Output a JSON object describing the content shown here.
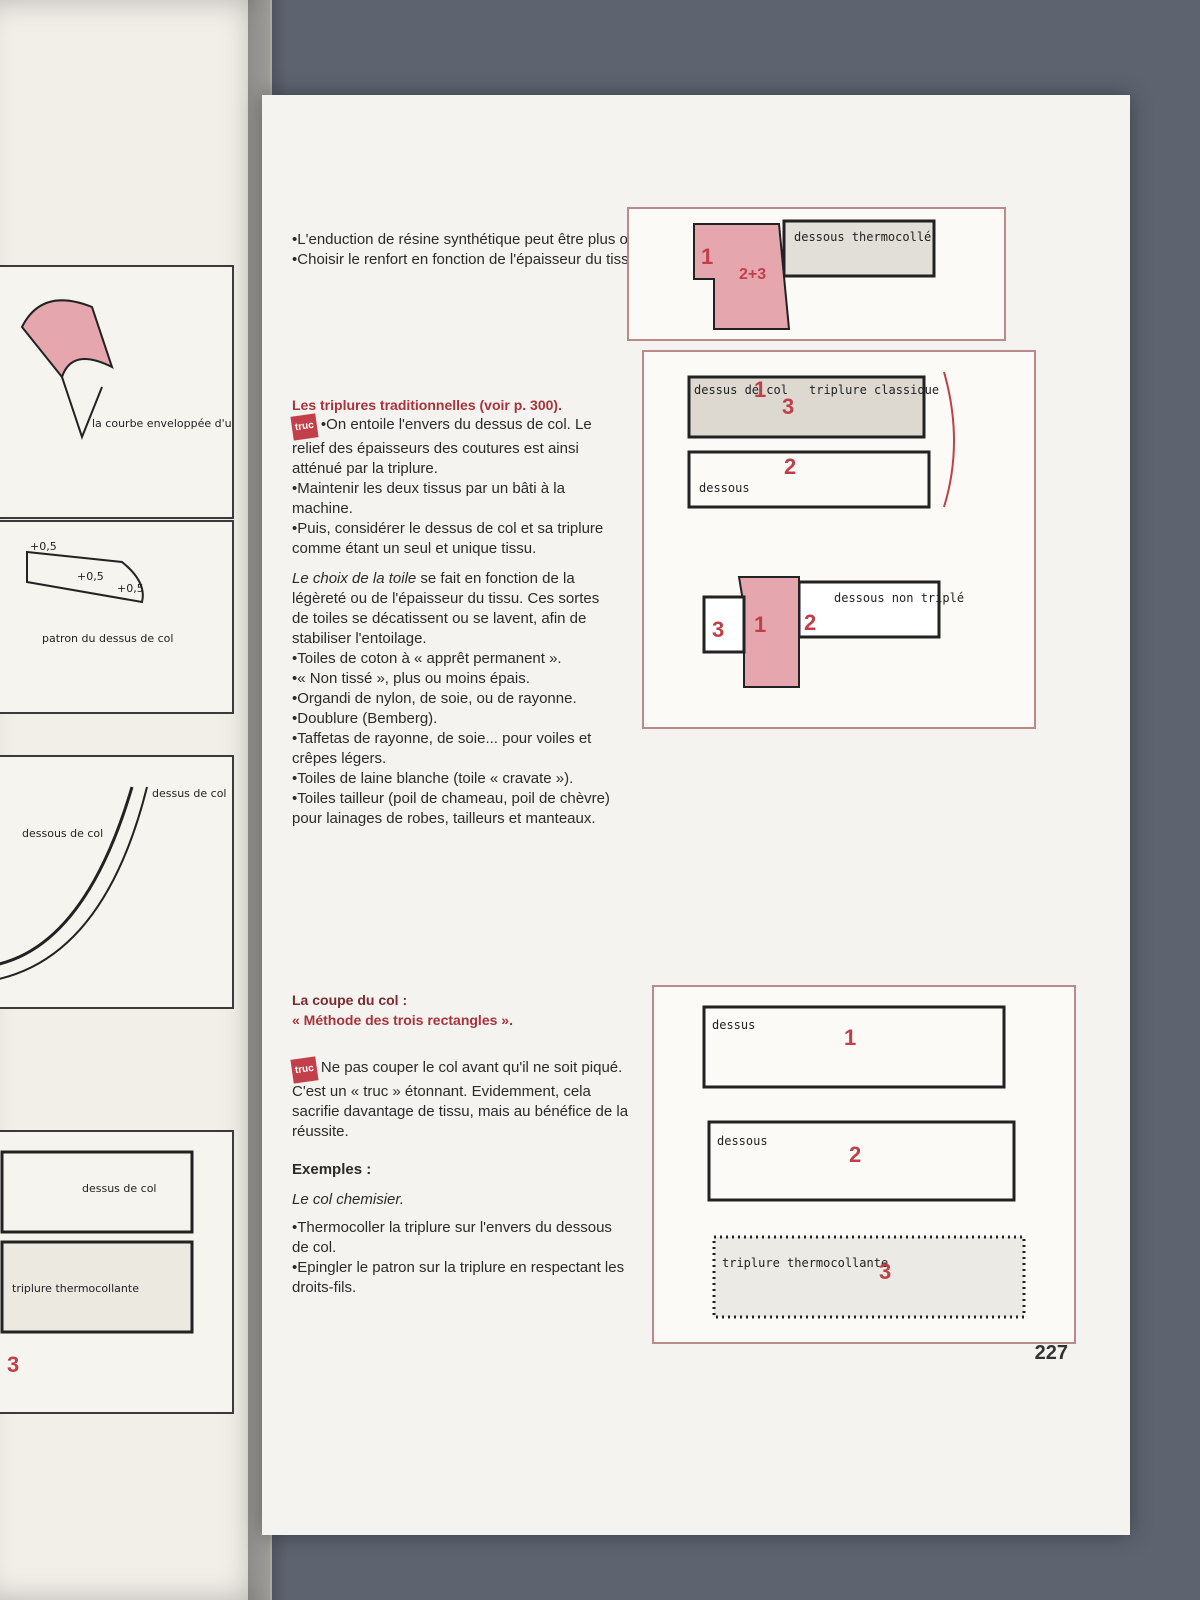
{
  "left_page": {
    "fig1_label": "la courbe enveloppée d'un col",
    "fig2": {
      "label": "patron du dessus de col",
      "m1": "+0,5",
      "m2": "+0,5",
      "m3": "+0,5"
    },
    "fig3": {
      "label_a": "dessous de col",
      "label_b": "dessus de col"
    },
    "fig4": {
      "label_a": "dessus de col",
      "label_b": "triplure thermocollante",
      "num": "3"
    }
  },
  "intro": {
    "bullets": [
      "L'enduction de résine synthétique peut être plus ou moins forte.",
      "Choisir le renfort en fonction de l'épaisseur du tissu à renforcer."
    ]
  },
  "section1": {
    "heading": "Les triplures traditionnelles (voir p. 300).",
    "truc": "truc",
    "bullets": [
      "On entoile l'envers du dessus de col. Le relief des épaisseurs des coutures est ainsi atténué par la triplure.",
      "Maintenir les deux tissus par un bâti à la machine.",
      "Puis, considérer le dessus de col et sa triplure comme étant un seul et unique tissu."
    ],
    "choix_italic": "Le choix de la toile",
    "choix_rest": " se fait en fonction de la légèreté ou de l'épaisseur du tissu. Ces sortes de toiles se décatissent ou se lavent, afin de stabiliser l'entoilage.",
    "list": [
      "Toiles de coton à « apprêt permanent ».",
      "« Non tissé », plus ou moins épais.",
      "Organdi de nylon, de soie, ou de rayonne.",
      "Doublure (Bemberg).",
      "Taffetas de rayonne, de soie... pour voiles et crêpes légers.",
      "Toiles de laine blanche (toile « cravate »).",
      "Toiles tailleur (poil de chameau, poil de chèvre) pour lainages de robes, tailleurs et manteaux."
    ]
  },
  "section2": {
    "heading1": "La coupe du col :",
    "heading2": "« Méthode des trois rectangles ».",
    "truc": "truc",
    "truc_text": "Ne pas couper le col avant qu'il ne soit piqué. C'est un « truc » étonnant. Evidemment, cela sacrifie davantage de tissu, mais au bénéfice de la réussite.",
    "exemples": "Exemples :",
    "col_chemisier": "Le col chemisier.",
    "bullets": [
      "Thermocoller la triplure sur l'envers du dessous de col.",
      "Epingler le patron sur la triplure en respectant les droits-fils."
    ]
  },
  "figures": {
    "fig_a": {
      "label": "dessous thermocollé",
      "n1": "1",
      "n2": "2+3"
    },
    "fig_b": {
      "dessus": "dessus de col",
      "triplure": "triplure classique",
      "dessous": "dessous",
      "n1": "1",
      "n2": "2",
      "n3": "3"
    },
    "fig_c": {
      "label": "dessous non triplé",
      "n1": "1",
      "n2": "2",
      "n3": "3"
    },
    "fig_d": {
      "r1_label": "dessus",
      "r1_num": "1",
      "r2_label": "dessous",
      "r2_num": "2",
      "r3_label": "triplure thermocollante",
      "r3_num": "3"
    }
  },
  "page_number": "227",
  "colors": {
    "accent": "#c0404a",
    "pink_fill": "#e6a6ae"
  }
}
